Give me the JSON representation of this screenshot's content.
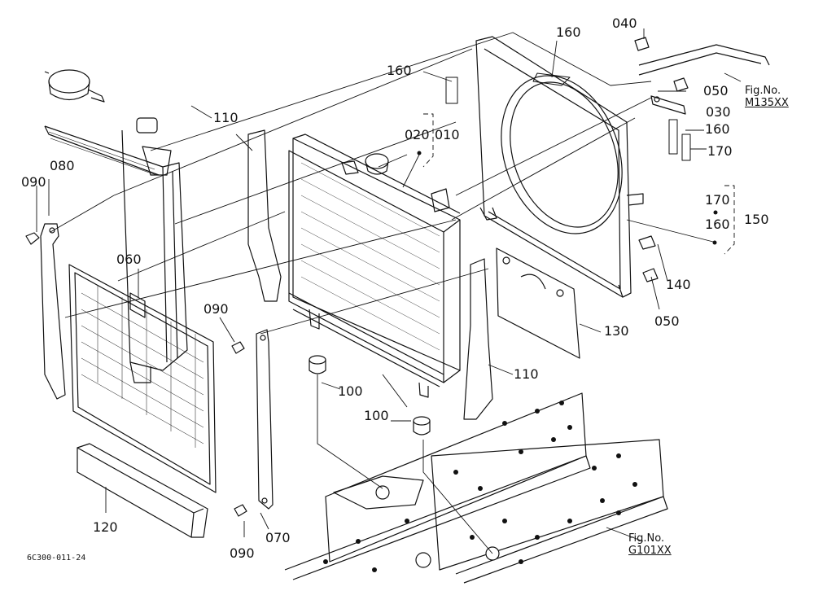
{
  "diagram": {
    "drawing_code": "6C300-011-24",
    "parts": [
      {
        "id": "p010",
        "label": "010"
      },
      {
        "id": "p020",
        "label": "020"
      },
      {
        "id": "p030",
        "label": "030"
      },
      {
        "id": "p040",
        "label": "040"
      },
      {
        "id": "p050a",
        "label": "050"
      },
      {
        "id": "p050b",
        "label": "050"
      },
      {
        "id": "p060",
        "label": "060"
      },
      {
        "id": "p070",
        "label": "070"
      },
      {
        "id": "p080",
        "label": "080"
      },
      {
        "id": "p090a",
        "label": "090"
      },
      {
        "id": "p090b",
        "label": "090"
      },
      {
        "id": "p090c",
        "label": "090"
      },
      {
        "id": "p100a",
        "label": "100"
      },
      {
        "id": "p100b",
        "label": "100"
      },
      {
        "id": "p110a",
        "label": "110"
      },
      {
        "id": "p110b",
        "label": "110"
      },
      {
        "id": "p120",
        "label": "120"
      },
      {
        "id": "p130",
        "label": "130"
      },
      {
        "id": "p140",
        "label": "140"
      },
      {
        "id": "p150",
        "label": "150"
      },
      {
        "id": "p160a",
        "label": "160"
      },
      {
        "id": "p160b",
        "label": "160"
      },
      {
        "id": "p160c",
        "label": "160"
      },
      {
        "id": "p160d",
        "label": "160"
      },
      {
        "id": "p170a",
        "label": "170"
      },
      {
        "id": "p170b",
        "label": "170"
      }
    ],
    "figure_refs": [
      {
        "id": "m135",
        "prefix": "Fig.No.",
        "number": "M135XX"
      },
      {
        "id": "g101",
        "prefix": "Fig.No.",
        "number": "G101XX"
      }
    ]
  },
  "colors": {
    "line": "#111111",
    "background": "#ffffff"
  }
}
